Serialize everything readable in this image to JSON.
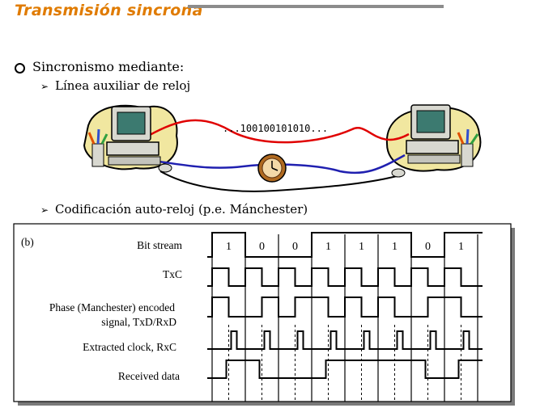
{
  "header": {
    "title": "Transmisión sincrona"
  },
  "content": {
    "bullet": "Sincronismo mediante:",
    "sub1": "Línea auxiliar de reloj",
    "sub2": "Codificación auto-reloj (p.e. Mánchester)"
  },
  "illustration": {
    "data_stream": "...100100101010..."
  },
  "diagram": {
    "panel_label": "(b)",
    "rows": [
      "Bit stream",
      "TxC",
      "Phase (Manchester) encoded",
      "signal, TxD/RxD",
      "Extracted clock, RxC",
      "Received data"
    ],
    "bits": [
      "1",
      "0",
      "0",
      "1",
      "1",
      "1",
      "0",
      "1"
    ]
  }
}
